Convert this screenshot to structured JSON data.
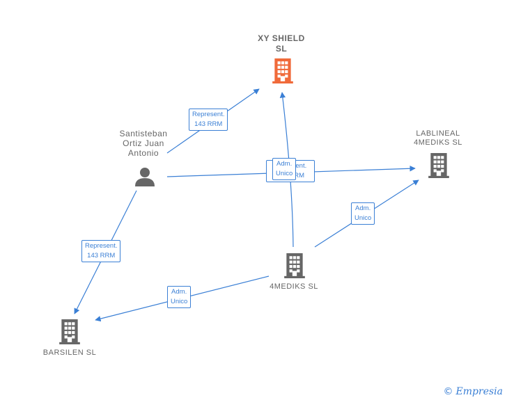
{
  "colors": {
    "edge": "#3a7fd5",
    "company": "#666666",
    "company_primary": "#f06a3a",
    "person": "#666666"
  },
  "nodes": {
    "xy_shield": {
      "label_line1": "XY SHIELD",
      "label_line2": "SL",
      "icon": "building-icon"
    },
    "santisteban": {
      "label_line1": "Santisteban",
      "label_line2": "Ortiz Juan",
      "label_line3": "Antonio",
      "icon": "person-icon"
    },
    "lablineal": {
      "label_line1": "LABLINEAL",
      "label_line2": "4MEDIKS  SL",
      "icon": "building-icon"
    },
    "fourmediks": {
      "label_line1": "4MEDIKS  SL",
      "icon": "building-icon"
    },
    "barsilen": {
      "label_line1": "BARSILEN  SL",
      "icon": "building-icon"
    }
  },
  "edges": {
    "santisteban_xy": {
      "line1": "Represent.",
      "line2": "143 RRM"
    },
    "santisteban_lablineal": {
      "line1": "Represent.",
      "line2": "143 RRM"
    },
    "fourmediks_xy": {
      "line1": "Adm.",
      "line2": "Unico"
    },
    "fourmediks_lablineal": {
      "line1": "Adm.",
      "line2": "Unico"
    },
    "santisteban_barsilen": {
      "line1": "Represent.",
      "line2": "143 RRM"
    },
    "fourmediks_barsilen": {
      "line1": "Adm.",
      "line2": "Unico"
    }
  },
  "footer": {
    "copyright": "©",
    "brand": "Empresia"
  }
}
